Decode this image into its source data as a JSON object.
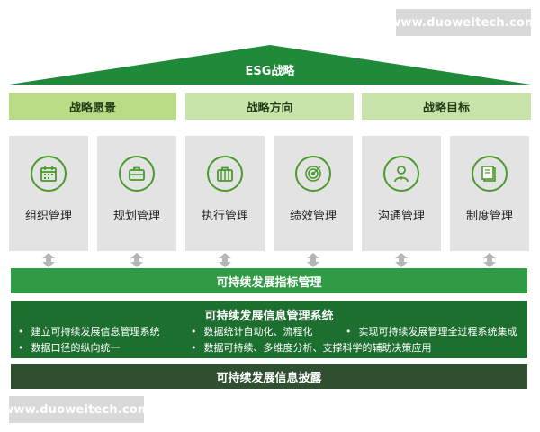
{
  "watermark": "www.duoweitech.com",
  "roof_title": "ESG战略",
  "strategy_bands": [
    {
      "label": "战略愿景",
      "color": "#b8dc86"
    },
    {
      "label": "战略方向",
      "color": "#c9e4aa"
    },
    {
      "label": "战略目标",
      "color": "#c9e4aa"
    }
  ],
  "management_cards": [
    {
      "label": "组织管理",
      "icon": "calendar-icon"
    },
    {
      "label": "规划管理",
      "icon": "briefcase-icon"
    },
    {
      "label": "执行管理",
      "icon": "suitcase-icon"
    },
    {
      "label": "绩效管理",
      "icon": "target-icon"
    },
    {
      "label": "沟通管理",
      "icon": "person-icon"
    },
    {
      "label": "制度管理",
      "icon": "books-icon"
    }
  ],
  "indicator_bar": "可持续发展指标管理",
  "info_system": {
    "title": "可持续发展信息管理系统",
    "items": [
      "建立可持续发展信息管理系统",
      "数据统计自动化、流程化",
      "实现可持续发展管理全过程系统集成",
      "数据口径的纵向统一",
      "数据可持续、多维度分析、支撑科学的辅助决策应用"
    ]
  },
  "disclosure_bar": "可持续发展信息披露",
  "colors": {
    "roof": "#1f8a3a",
    "card_bg": "#e3e3e3",
    "icon_green": "#4a9a2c",
    "bar_indicator": "#2f9b44",
    "bar_system": "#1d6f2f",
    "bar_disclosure": "#2f4f30",
    "arrow": "#b5b5b5"
  }
}
